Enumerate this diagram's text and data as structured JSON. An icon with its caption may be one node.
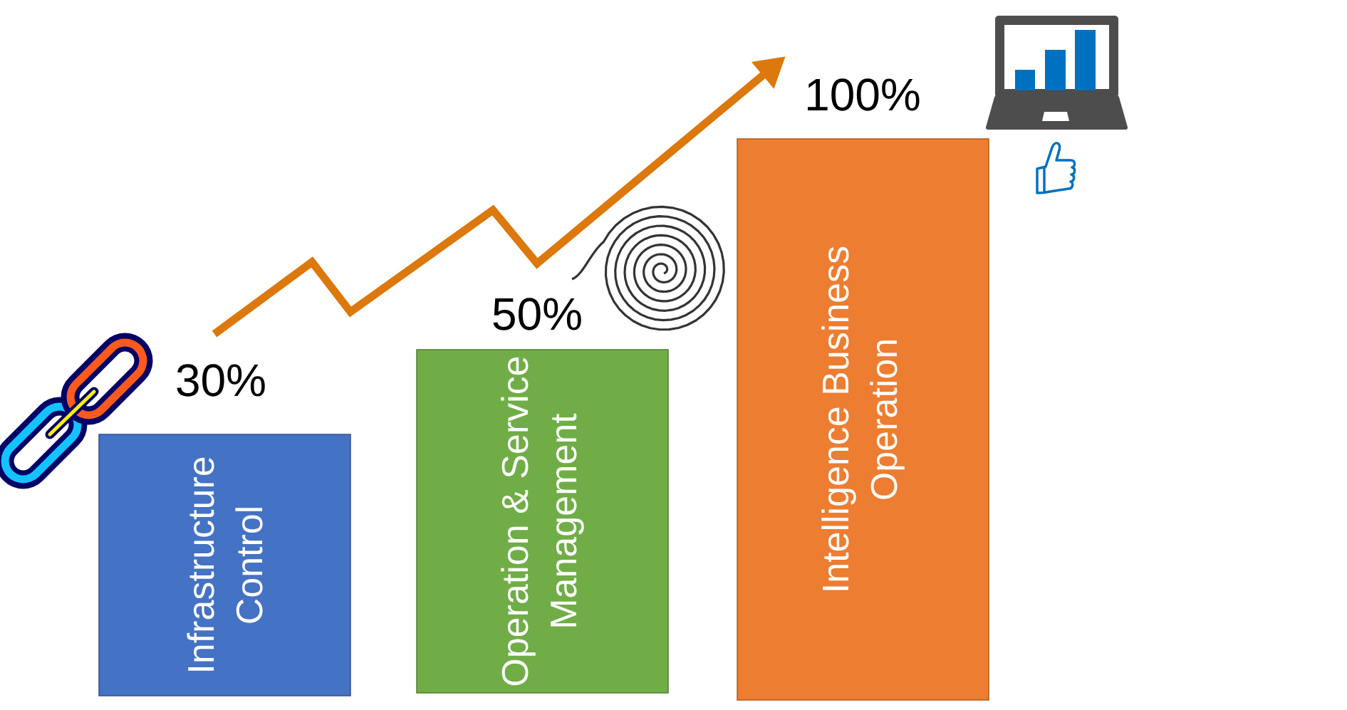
{
  "diagram": {
    "nodes": [
      {
        "text": [
          "Infrastructure Control"
        ],
        "beside": [
          "30%"
        ]
      },
      {
        "text": [
          "Operation & Service Management"
        ],
        "beside": [
          "50%"
        ]
      },
      {
        "text": [
          "Intelligence Business Operation"
        ],
        "beside": [
          "100%"
        ]
      }
    ]
  }
}
